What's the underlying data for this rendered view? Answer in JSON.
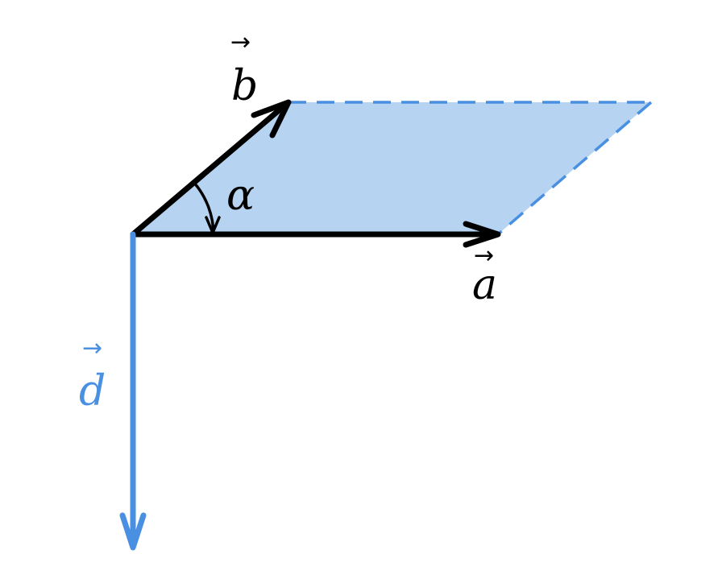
{
  "colors": {
    "vector_black": "#000000",
    "normal_blue": "#4a90e2",
    "parallelogram_fill": "#b6d4f2",
    "dashed_edge": "#4a90e2"
  },
  "labels": {
    "vector_a": "a",
    "vector_b": "b",
    "vector_d": "d",
    "angle": "α",
    "vector_arrow": "→"
  }
}
